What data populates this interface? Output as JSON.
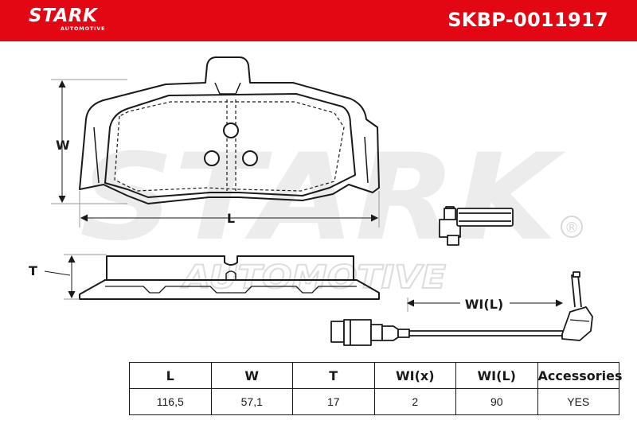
{
  "header": {
    "logo_main": "STARK",
    "logo_sub": "AUTOMOTIVE",
    "part_number": "SKBP-0011917",
    "background_color": "#e30613"
  },
  "watermark": {
    "main": "STARK",
    "sub": "AUTOMOTIVE",
    "registered_mark": "®"
  },
  "dimension_labels": {
    "width": "W",
    "length": "L",
    "thickness": "T",
    "wear_indicator_length": "WI(L)"
  },
  "spec_table": {
    "columns": [
      "L",
      "W",
      "T",
      "WI(x)",
      "WI(L)",
      "Accessories"
    ],
    "values": [
      "116,5",
      "57,1",
      "17",
      "2",
      "90",
      "YES"
    ]
  }
}
